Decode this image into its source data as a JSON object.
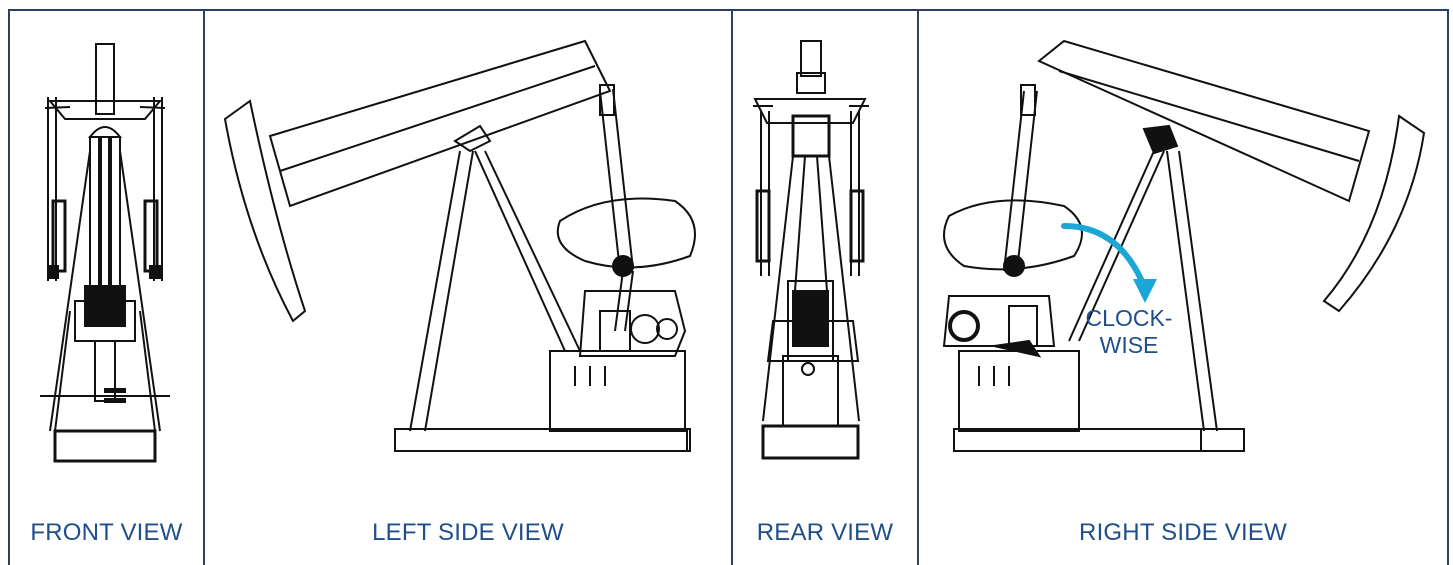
{
  "views": [
    {
      "label": "FRONT VIEW"
    },
    {
      "label": "LEFT SIDE VIEW"
    },
    {
      "label": "REAR VIEW"
    },
    {
      "label": "RIGHT SIDE VIEW"
    }
  ],
  "rotation_label": {
    "line1": "CLOCK-",
    "line2": "WISE"
  },
  "colors": {
    "border": "#2c3e63",
    "caption": "#1f4e8c",
    "arrow": "#1aa7d8",
    "drawing": "#111111"
  },
  "icons": [
    "pump-jack-front-drawing",
    "pump-jack-left-drawing",
    "pump-jack-rear-drawing",
    "pump-jack-right-drawing",
    "clockwise-arrow-icon"
  ]
}
